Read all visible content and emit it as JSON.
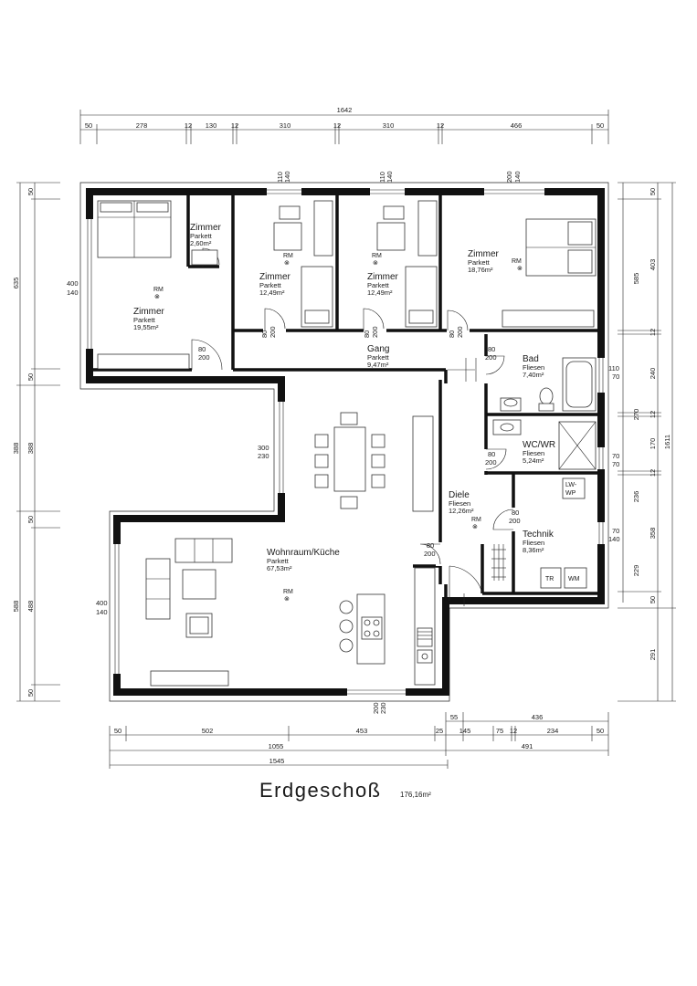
{
  "title": "Erdgeschoß",
  "total_area": "176,16m²",
  "rooms": {
    "zimmer_1": {
      "name": "Zimmer",
      "floor": "Parkett",
      "area": "19,55m²"
    },
    "zimmer_2": {
      "name": "Zimmer",
      "floor": "Parkett",
      "area": "2,60m²"
    },
    "zimmer_3": {
      "name": "Zimmer",
      "floor": "Parkett",
      "area": "12,49m²"
    },
    "zimmer_4": {
      "name": "Zimmer",
      "floor": "Parkett",
      "area": "12,49m²"
    },
    "zimmer_5": {
      "name": "Zimmer",
      "floor": "Parkett",
      "area": "18,76m²"
    },
    "gang": {
      "name": "Gang",
      "floor": "Parkett",
      "area": "9,47m²"
    },
    "bad": {
      "name": "Bad",
      "floor": "Fliesen",
      "area": "7,40m²"
    },
    "wc": {
      "name": "WC/WR",
      "floor": "Fliesen",
      "area": "5,24m²"
    },
    "diele": {
      "name": "Diele",
      "floor": "Fliesen",
      "area": "12,26m²"
    },
    "technik": {
      "name": "Technik",
      "floor": "Fliesen",
      "area": "8,36m²"
    },
    "wohnraum": {
      "name": "Wohnraum/Küche",
      "floor": "Parkett",
      "area": "67,53m²"
    }
  },
  "labels": {
    "rm": "RM",
    "lw_wp_1": "LW-",
    "lw_wp_2": "WP",
    "tr": "TR",
    "wm": "WM"
  },
  "openings": {
    "door_80_200": [
      "80",
      "200"
    ],
    "window_110_140": [
      "110",
      "140"
    ],
    "window_200_140": [
      "200",
      "140"
    ],
    "window_400_140": [
      "400",
      "140"
    ],
    "window_300_230": [
      "300",
      "230"
    ],
    "window_200_230": [
      "200",
      "230"
    ],
    "window_110_70": [
      "110",
      "70"
    ],
    "window_70_70": [
      "70",
      "70"
    ],
    "window_70_140": [
      "70",
      "140"
    ]
  },
  "dims": {
    "top_total": "1642",
    "top_parts": [
      "50",
      "278",
      "12",
      "130",
      "12",
      "310",
      "12",
      "310",
      "12",
      "466",
      "50"
    ],
    "bottom_row1": [
      "50",
      "502",
      "453",
      "25",
      "145",
      "75",
      "12",
      "234",
      "50"
    ],
    "bottom_row1_top": [
      "55",
      "436"
    ],
    "bottom_row2": [
      "1055",
      "491"
    ],
    "bottom_total": "1545",
    "left_outer": [
      "635",
      "388",
      "588"
    ],
    "left_inner": [
      "50",
      "50",
      "388",
      "50",
      "488",
      "50"
    ],
    "right_inner": [
      "50",
      "403",
      "12",
      "240",
      "12",
      "170",
      "12",
      "358",
      "50"
    ],
    "right_mid": [
      "585",
      "270",
      "236",
      "229"
    ],
    "right_outer": [
      "1611",
      "291"
    ]
  }
}
